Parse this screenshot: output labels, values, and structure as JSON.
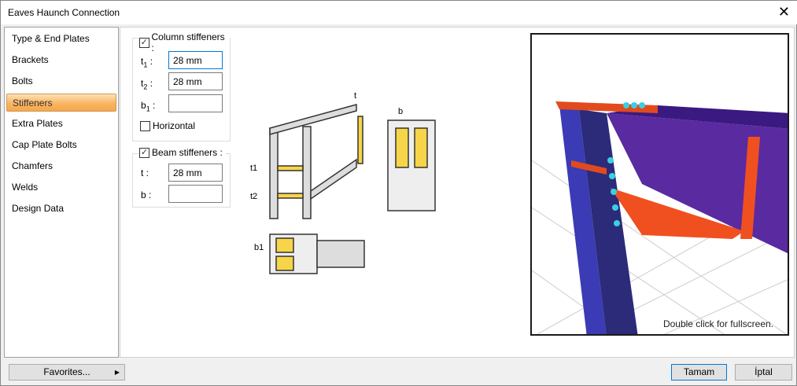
{
  "window": {
    "title": "Eaves Haunch Connection",
    "close_icon": "close-icon"
  },
  "sidebar": {
    "items": [
      {
        "label": "Type & End Plates"
      },
      {
        "label": "Brackets"
      },
      {
        "label": "Bolts"
      },
      {
        "label": "Stiffeners",
        "selected": true
      },
      {
        "label": "Extra Plates"
      },
      {
        "label": "Cap Plate Bolts"
      },
      {
        "label": "Chamfers"
      },
      {
        "label": "Welds"
      },
      {
        "label": "Design Data"
      }
    ]
  },
  "column_stiffeners": {
    "label": "Column stiffeners :",
    "checked": true,
    "t1": {
      "label": "t",
      "sub": "1",
      "value": "28 mm"
    },
    "t2": {
      "label": "t",
      "sub": "2",
      "value": "28 mm"
    },
    "b1": {
      "label": "b",
      "sub": "1",
      "value": ""
    },
    "horizontal": {
      "label": "Horizontal",
      "checked": false
    }
  },
  "beam_stiffeners": {
    "label": "Beam stiffeners :",
    "checked": true,
    "t": {
      "label": "t :",
      "value": "28 mm"
    },
    "b": {
      "label": "b :",
      "value": ""
    }
  },
  "diagram": {
    "t": "t",
    "b": "b",
    "t1": "t1",
    "t2": "t2",
    "b1": "b1"
  },
  "view3d": {
    "hint": "Double click for fullscreen."
  },
  "footer": {
    "favorites": "Favorites...",
    "ok": "Tamam",
    "cancel": "İptal"
  }
}
